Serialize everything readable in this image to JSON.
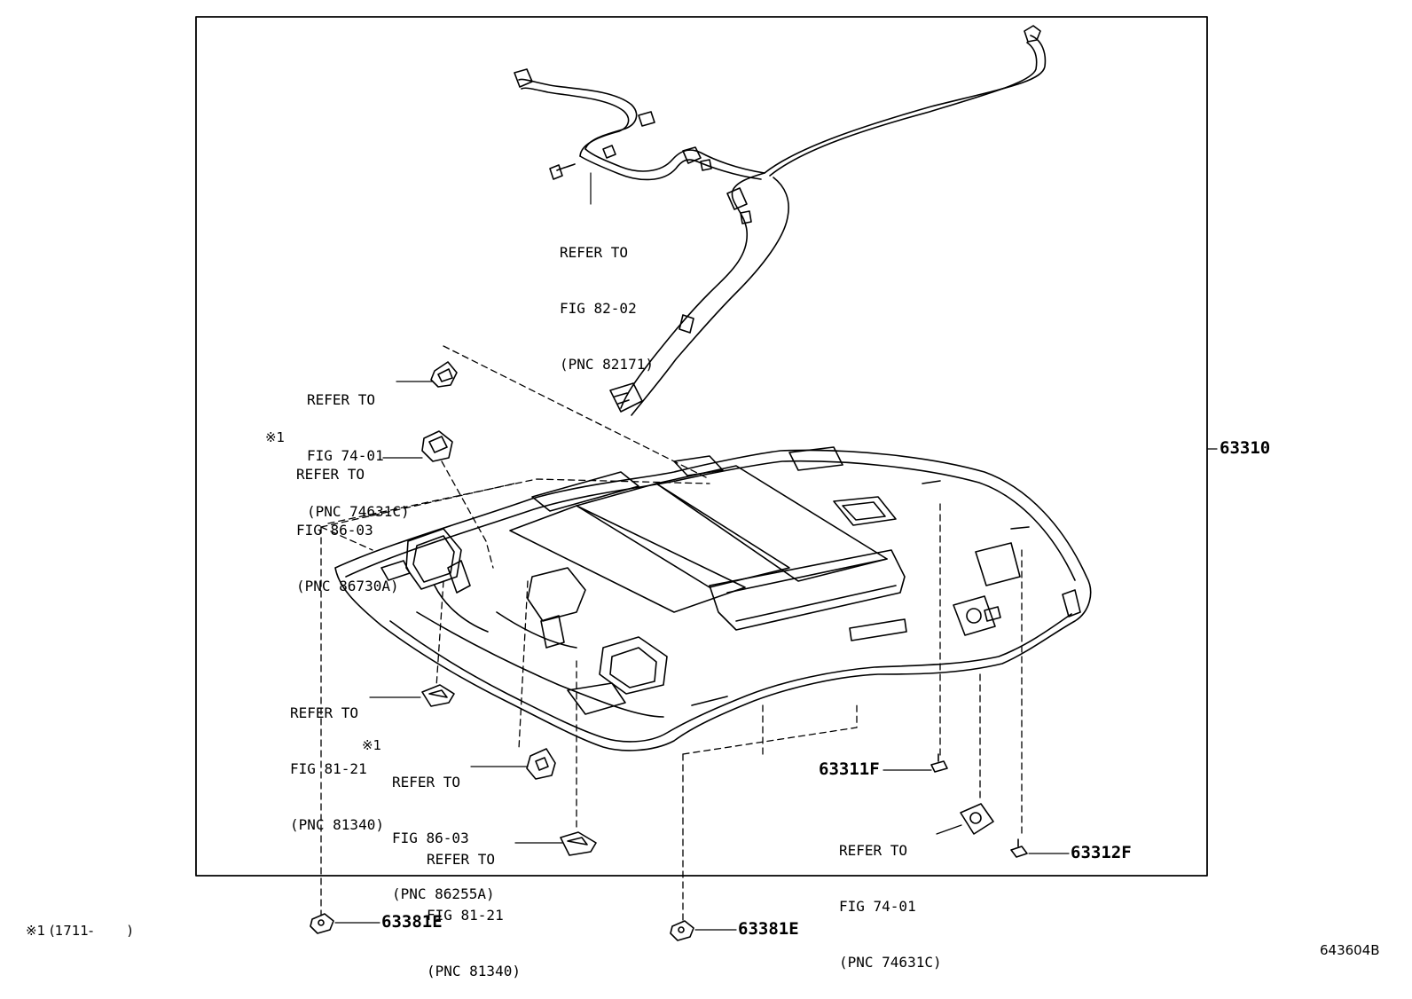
{
  "callouts": [
    {
      "id": "c1",
      "lines": [
        "REFER TO",
        "FIG 82-02",
        "(PNC 82171)"
      ],
      "marker": ""
    },
    {
      "id": "c2",
      "lines": [
        "REFER TO",
        "FIG 74-01",
        "(PNC 74631C)"
      ],
      "marker": ""
    },
    {
      "id": "c3",
      "lines": [
        "REFER TO",
        "FIG 86-03",
        "(PNC 86730A)"
      ],
      "marker": "※1"
    },
    {
      "id": "c4",
      "lines": [
        "REFER TO",
        "FIG 81-21",
        "(PNC 81340)"
      ],
      "marker": ""
    },
    {
      "id": "c5",
      "lines": [
        "REFER TO",
        "FIG 86-03",
        "(PNC 86255A)"
      ],
      "marker": "※1"
    },
    {
      "id": "c6",
      "lines": [
        "REFER TO",
        "FIG 81-21",
        "(PNC 81340)"
      ],
      "marker": ""
    },
    {
      "id": "c7",
      "lines": [
        "REFER TO",
        "FIG 74-01",
        "(PNC 74631C)"
      ],
      "marker": ""
    }
  ],
  "part_numbers": {
    "headliner": "63310",
    "clip_f1": "63311F",
    "clip_f2": "63312F",
    "clip_e_left": "63381E",
    "clip_e_center": "63381E"
  },
  "footnote": "※1 (1711-        )",
  "diagram_code": "643604B"
}
